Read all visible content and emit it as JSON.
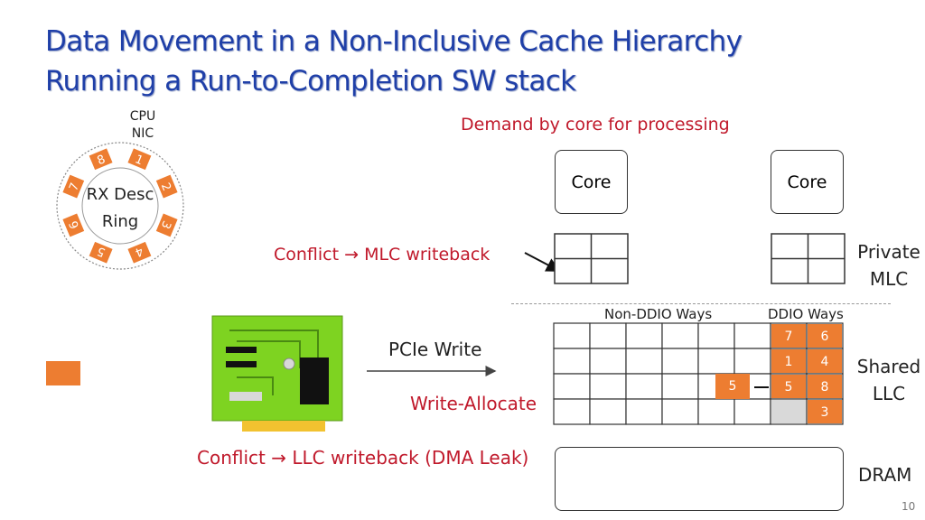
{
  "title": {
    "line1": "Data Movement in a Non-Inclusive Cache Hierarchy",
    "line2": "Running a Run-to-Completion SW stack"
  },
  "ring": {
    "cpu_label": "CPU",
    "nic_label": "NIC",
    "center_line1": "RX Desc",
    "center_line2": "Ring",
    "slots": [
      "1",
      "2",
      "3",
      "4",
      "5",
      "6",
      "7",
      "8"
    ],
    "slot_color": "#ed7d31"
  },
  "labels": {
    "demand": "Demand by core for processing",
    "core_left": "Core",
    "core_right": "Core",
    "mlc_conflict": "Conflict → MLC writeback",
    "private_mlc_line1": "Private",
    "private_mlc_line2": "MLC",
    "non_ddio_ways": "Non-DDIO Ways",
    "ddio_ways": "DDIO Ways",
    "pcie_write": "PCIe Write",
    "write_allocate": "Write-Allocate",
    "shared_llc_line1": "Shared",
    "shared_llc_line2": "LLC",
    "llc_conflict": "Conflict → LLC writeback (DMA Leak)",
    "dram": "DRAM",
    "page_number": "10"
  },
  "llc": {
    "ddio_cells": [
      [
        "7",
        "6"
      ],
      [
        "1",
        "4"
      ],
      [
        "5",
        "8"
      ],
      [
        "",
        "3"
      ]
    ],
    "incoming_cell": "5"
  },
  "colors": {
    "accent_orange": "#ed7d31",
    "title_blue": "#1f3fa8",
    "highlight_red": "#c0192b",
    "nic_green": "#7ed321"
  }
}
